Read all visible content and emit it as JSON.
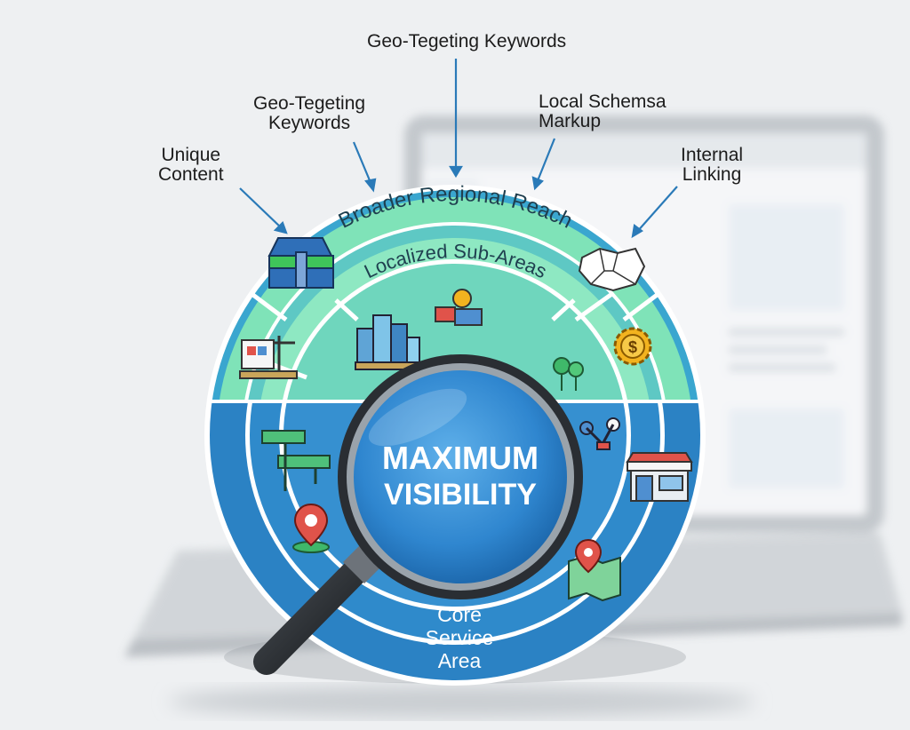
{
  "callouts": [
    {
      "id": "unique-content",
      "lines": [
        "Unique",
        "Content"
      ]
    },
    {
      "id": "geo-targeting-left",
      "lines": [
        "Geo-Tegeting",
        "Keywords"
      ]
    },
    {
      "id": "geo-targeting-top",
      "lines": [
        "Geo-Tegeting Keywords"
      ]
    },
    {
      "id": "local-schema",
      "lines": [
        "Local Schemsa",
        "Markup"
      ]
    },
    {
      "id": "internal-linking",
      "lines": [
        "Internal",
        "Linking"
      ]
    }
  ],
  "rings": {
    "outer": "Broader Regional Reach",
    "middle": "Localized Sub-Areas",
    "inner": "Core Service Area"
  },
  "center": {
    "line1": "MAXIMUM",
    "line2": "VISIBILITY"
  },
  "icons": [
    "folder-stack-icon",
    "map-regions-icon",
    "city-buildings-icon",
    "badge-map-icon",
    "construction-sign-icon",
    "dollar-gear-icon",
    "trees-icon",
    "signpost-icon",
    "robot-arm-icon",
    "storefront-icon",
    "location-pin-icon",
    "map-pin-icon"
  ],
  "colors": {
    "outer_ring": "#3aa6cf",
    "band_green": "#7fe3b8",
    "mid_teal": "#5ec8c4",
    "core_blue": "#2b82c4",
    "lens": "#3d8fd6",
    "arrow": "#2a7ab8"
  }
}
